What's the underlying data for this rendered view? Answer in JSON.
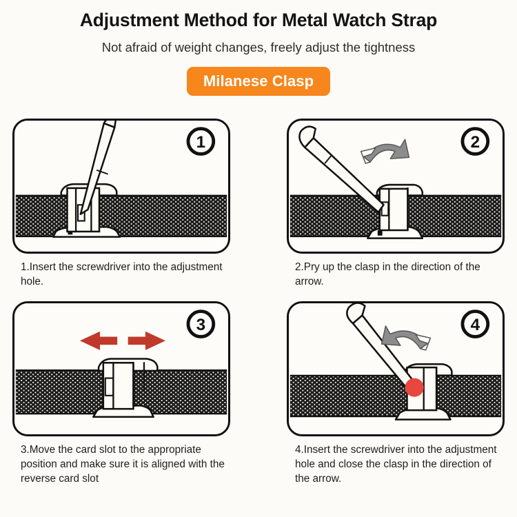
{
  "header": {
    "title": "Adjustment Method for Metal Watch Strap",
    "subtitle": "Not afraid of weight changes, freely adjust the tightness",
    "badge_label": "Milanese Clasp",
    "badge_color": "#f7861c",
    "badge_text_color": "#ffffff"
  },
  "colors": {
    "background": "#fdfbf7",
    "panel_background": "#fdfcf8",
    "panel_border": "#111111",
    "mesh_dark": "#1a1a1a",
    "mesh_light": "#f2efe8",
    "red_arrow": "#c0392b",
    "gray_arrow_fill": "#8c8c8c",
    "gray_arrow_outline": "#555555",
    "red_dot": "#e8473f",
    "clasp_fill": "#fdfcf6",
    "tool_fill": "#fbfaf4"
  },
  "steps": [
    {
      "number": "1",
      "badge_name": "step-number-1",
      "caption": "1.Insert the screwdriver into the adjustment hole.",
      "illustration": "screwdriver-inserted-into-clasp-hole",
      "has_red_arrows": false,
      "has_gray_arrow": false,
      "has_red_dot": false
    },
    {
      "number": "2",
      "badge_name": "step-number-2",
      "caption": "2.Pry up the clasp in the direction of the arrow.",
      "illustration": "screwdriver-prying-clasp-upward",
      "has_red_arrows": false,
      "has_gray_arrow": true,
      "gray_arrow_direction": "counter-clockwise-left",
      "has_red_dot": false
    },
    {
      "number": "3",
      "badge_name": "step-number-3",
      "caption": "3.Move the card slot to the appropriate position and make sure it is aligned with the reverse card slot",
      "illustration": "clasp-sliding-along-mesh-strap",
      "has_red_arrows": true,
      "has_gray_arrow": false,
      "has_red_dot": false
    },
    {
      "number": "4",
      "badge_name": "step-number-4",
      "caption": "4.Insert the screwdriver into the adjustment hole and close the clasp in the direction of the arrow.",
      "illustration": "screwdriver-closing-clasp-with-highlight",
      "has_red_arrows": false,
      "has_gray_arrow": true,
      "gray_arrow_direction": "clockwise-right",
      "has_red_dot": true
    }
  ]
}
